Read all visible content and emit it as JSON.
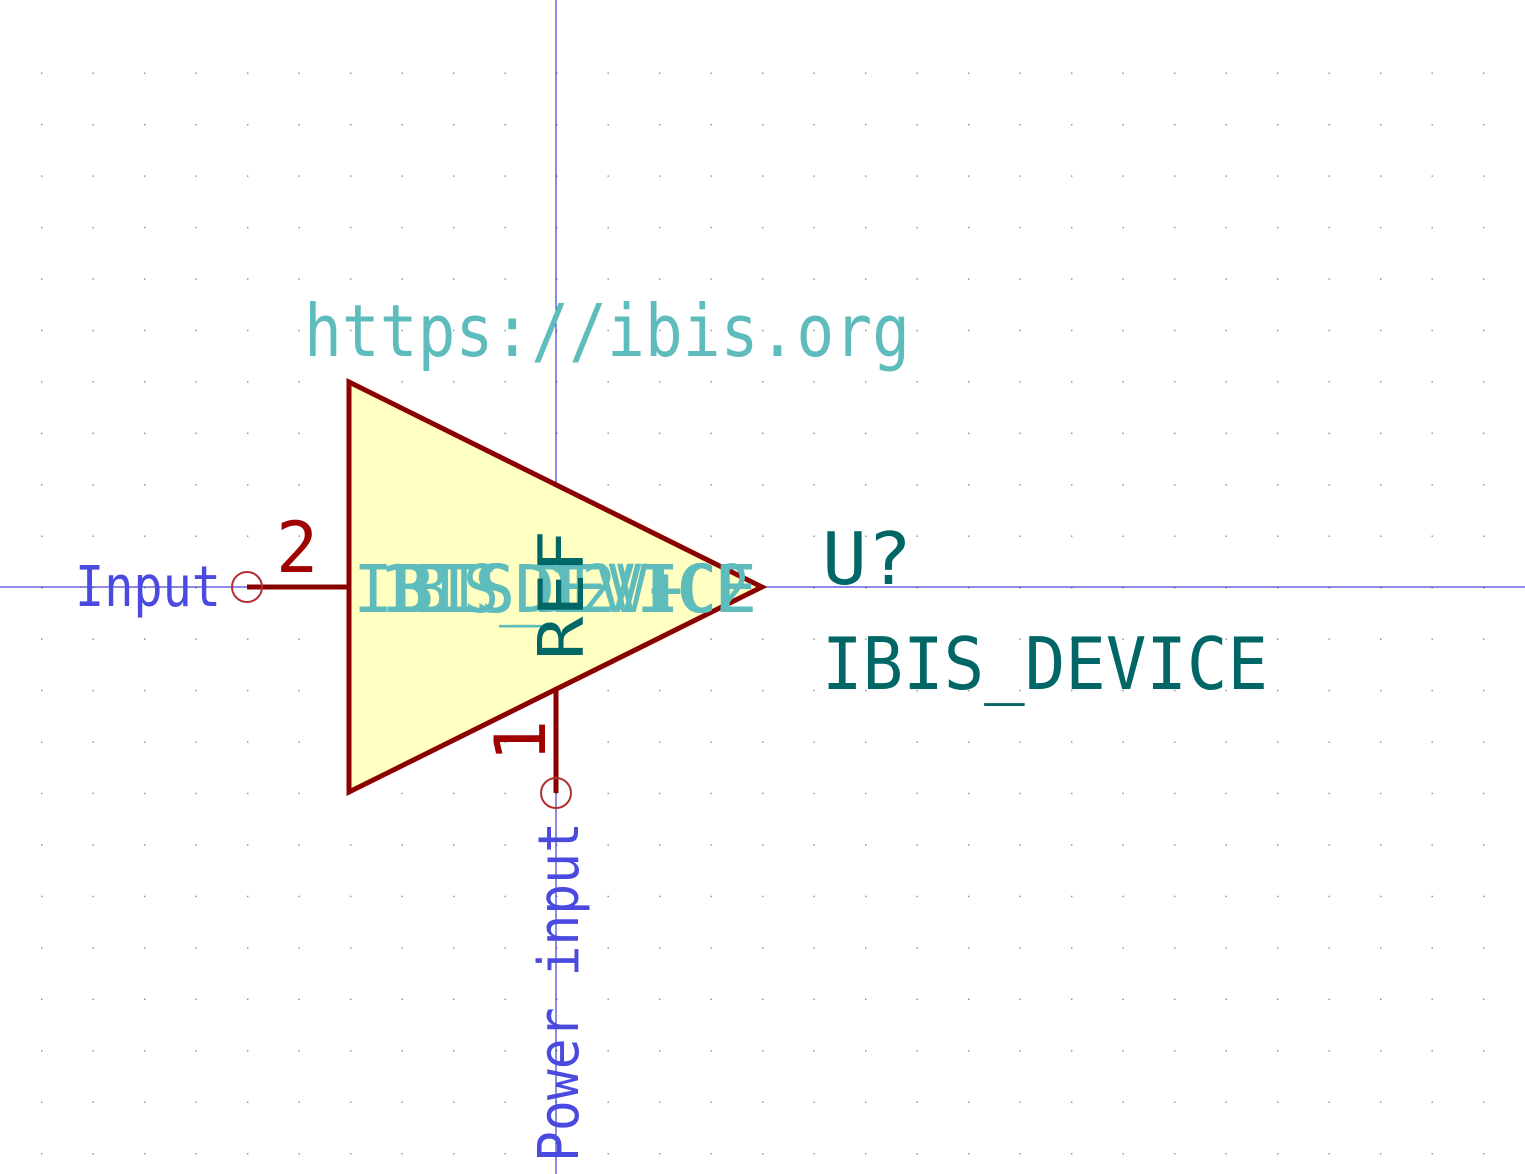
{
  "colors": {
    "background": "#ffffff",
    "grid_dot": "#8a8a8a",
    "crosshair": "#1a1acc",
    "body_outline": "#8b0000",
    "body_fill": "#ffffc2",
    "pin": "#8b0000",
    "pin_number": "#a00000",
    "pin_name": "#4a4ae0",
    "field_text": "#006666",
    "hidden_field_text": "#5fbcbc",
    "pin_end_circle": "#b03030"
  },
  "symbol": {
    "reference": "U?",
    "value": "IBIS_DEVICE",
    "datasheet": "https://ibis.org",
    "ref_label_in_body": "REF",
    "overlay_fields_in_body": [
      "IBISDEVICE",
      "1BIS_12V+C2",
      "IBIS_DEVICE"
    ]
  },
  "pins": [
    {
      "number": "2",
      "name": "Input",
      "orientation": "left"
    },
    {
      "number": "1",
      "name": "Power input",
      "orientation": "down"
    }
  ]
}
